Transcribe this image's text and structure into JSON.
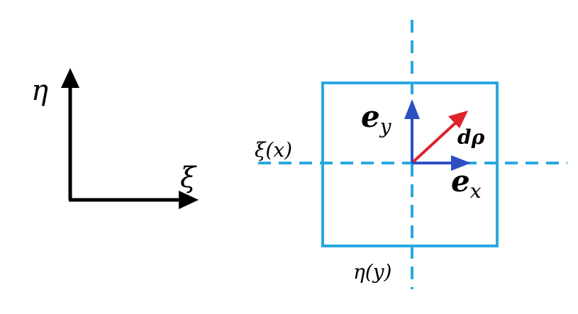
{
  "axes": {
    "eta_label": "η",
    "xi_label": "ξ"
  },
  "cell": {
    "xi_line_label": "ξ(x)",
    "eta_line_label": "η(y)",
    "ey_label_main": "e",
    "ey_label_sub": "y",
    "ex_label_main": "e",
    "ex_label_sub": "x",
    "drho_label": "dρ"
  },
  "colors": {
    "axes": "#000000",
    "cell_border": "#29a8e0",
    "dashed_lines": "#29a8e0",
    "unit_vectors": "#2e4fc4",
    "drho_vector": "#e0222a",
    "text": "#000000"
  }
}
